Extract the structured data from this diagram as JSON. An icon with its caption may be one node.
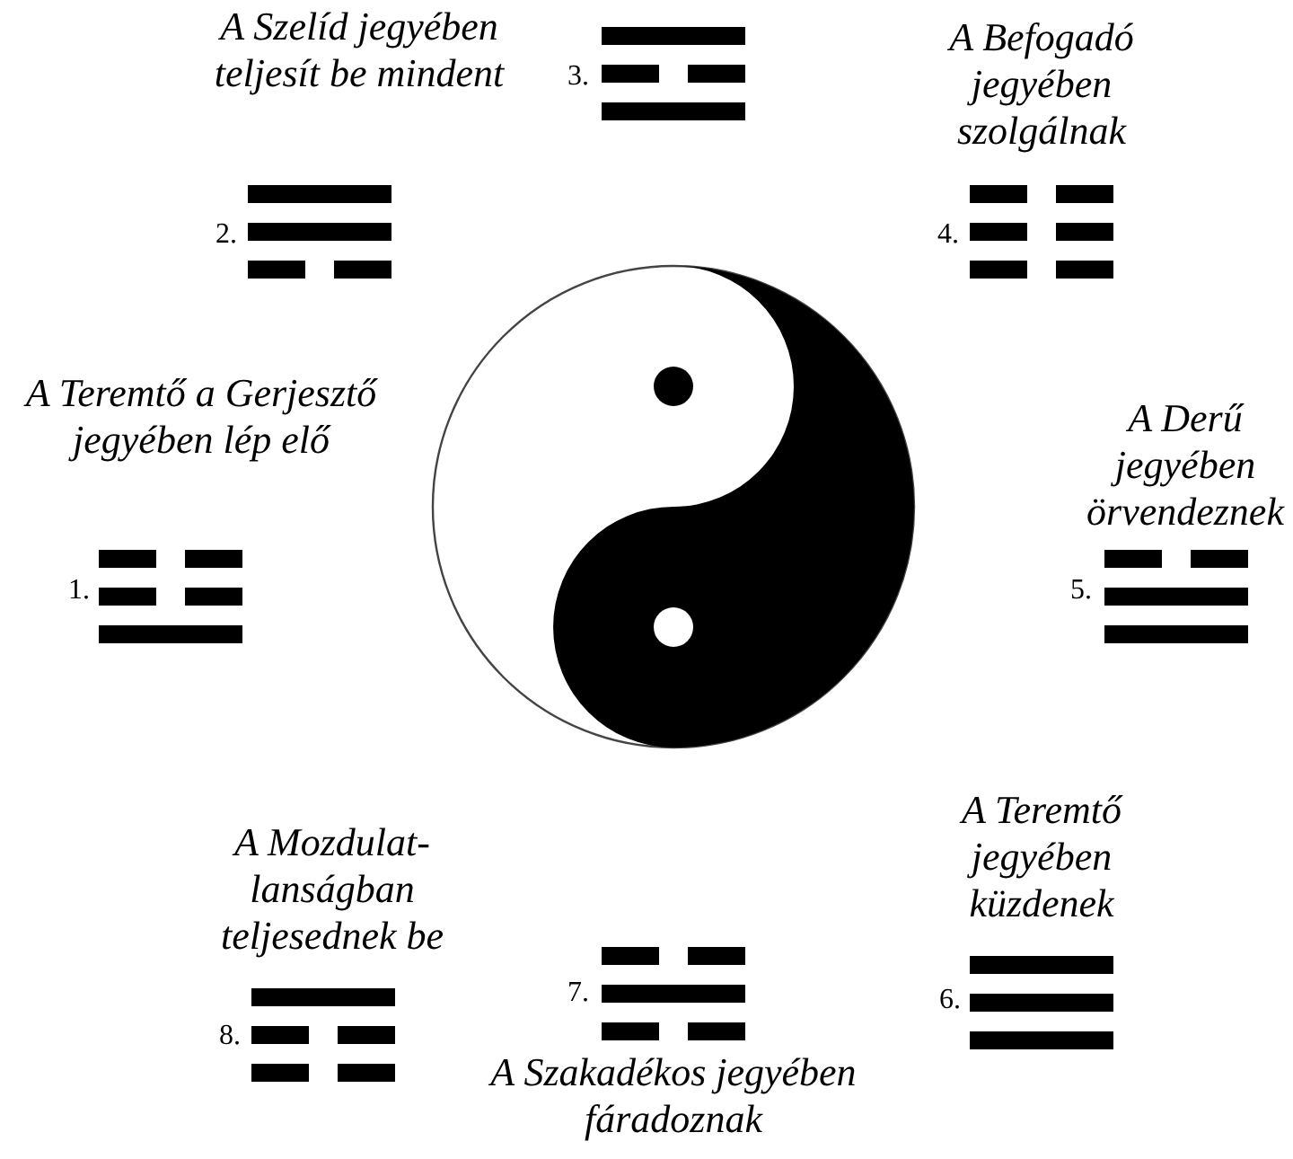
{
  "diagram": {
    "labels": [
      "A Szelíd jegyében teljesít be mindent",
      "3.",
      "A Befogadó jegyében szolgálnak",
      "2.",
      "4.",
      "A Teremtő a Gerjesztő jegyében lép elő",
      "A Derű jegyében örvendeznek",
      "1.",
      "5.",
      "A Mozdulat-lanságban teljesednek be",
      "A Teremtő jegyében küzdenek",
      "8.",
      "7.",
      "6.",
      "A Szakadékos jegyében fáradoznak"
    ]
  }
}
